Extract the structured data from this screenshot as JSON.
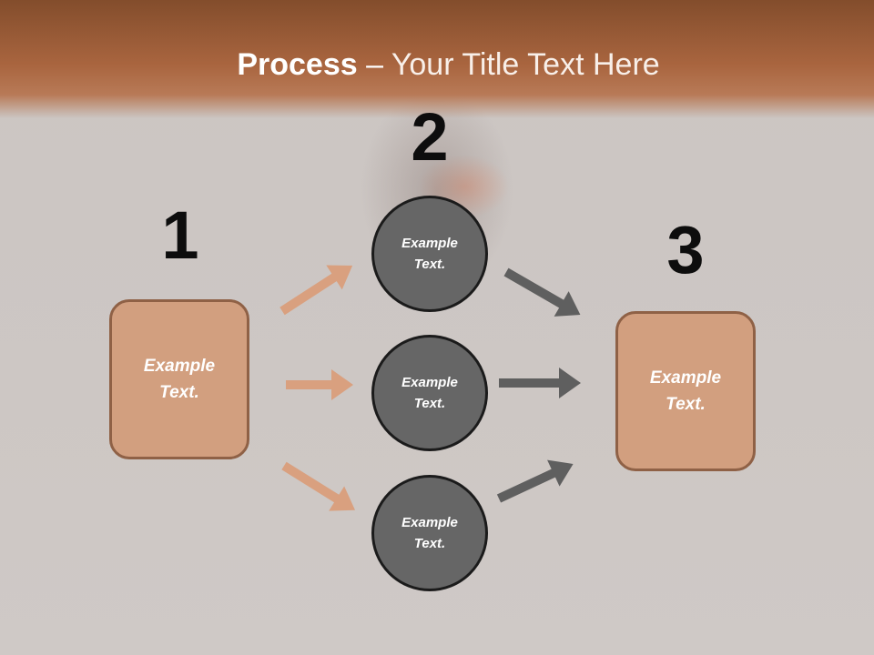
{
  "title": {
    "bold": "Process",
    "sep": " – ",
    "rest": "Your Title Text Here"
  },
  "steps": {
    "one": "1",
    "two": "2",
    "three": "3"
  },
  "left_box": {
    "text": "Example\nText."
  },
  "right_box": {
    "text": "Example\nText."
  },
  "circles": [
    {
      "text": "Example\nText."
    },
    {
      "text": "Example\nText."
    },
    {
      "text": "Example\nText."
    }
  ],
  "colors": {
    "header": "#a9653f",
    "box_fill": "#d29f7f",
    "box_border": "#8f6146",
    "circle_fill": "#666666",
    "arrow_left": "#d9a07f",
    "arrow_right": "#5f5f5f"
  }
}
